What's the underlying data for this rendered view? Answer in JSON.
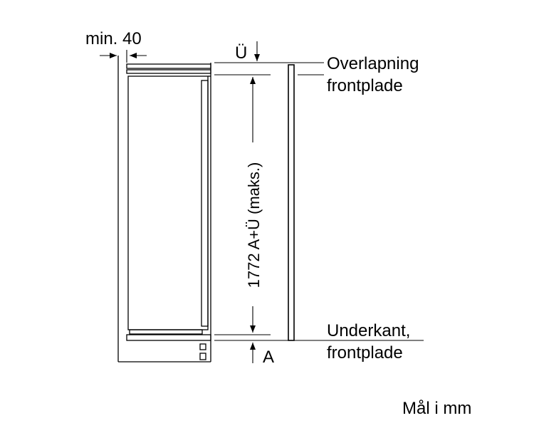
{
  "labels": {
    "min_gap": "min. 40",
    "overlap_symbol": "Ü",
    "overlap_line1": "Overlapning",
    "overlap_line2": "frontplade",
    "height_dimension": "1772 A+Ü (maks.)",
    "bottom_edge_line1": "Underkant,",
    "bottom_edge_line2": "frontplade",
    "a_symbol": "A",
    "units_note": "Mål i mm"
  },
  "colors": {
    "line": "#000000",
    "background": "#ffffff"
  }
}
